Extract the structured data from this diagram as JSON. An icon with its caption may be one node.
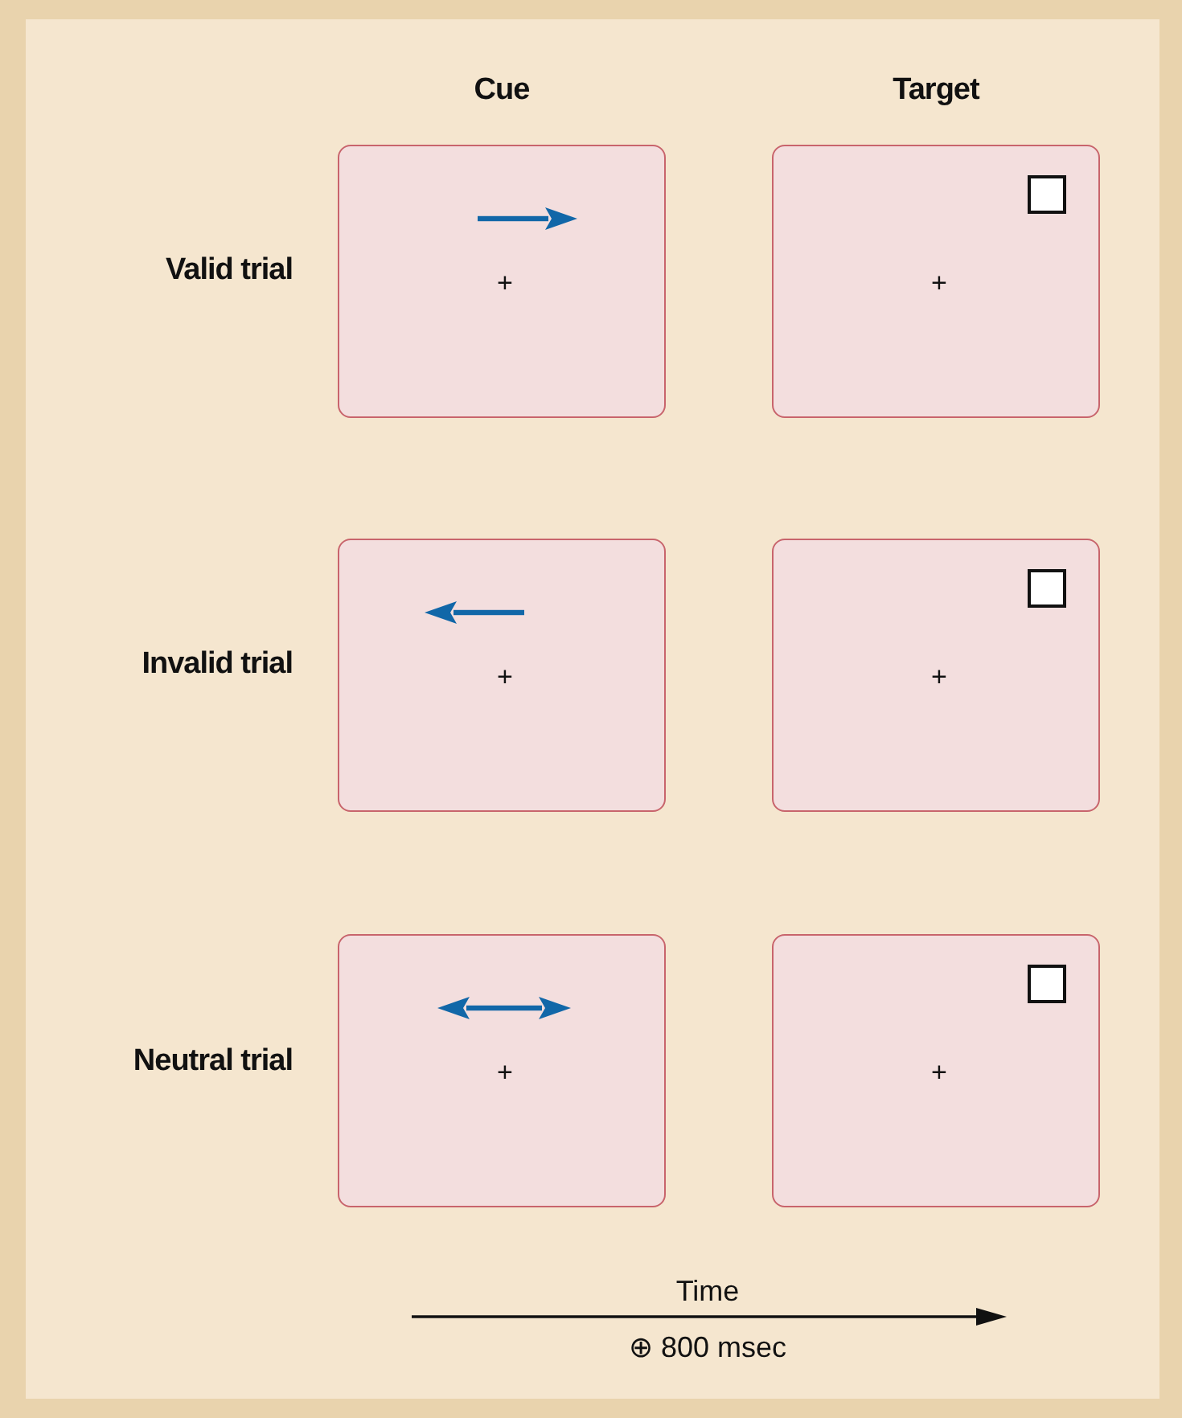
{
  "diagram": {
    "nodes": [
      {
        "text": [
          "+"
        ]
      },
      {
        "text": [
          "+"
        ]
      },
      {
        "text": [
          "+"
        ]
      },
      {
        "text": [
          "+"
        ]
      },
      {
        "text": [
          "+"
        ]
      },
      {
        "text": [
          "+"
        ]
      }
    ],
    "labels": [
      "Cue",
      "Target",
      "Valid trial",
      "Invalid trial",
      "Neutral trial",
      "Time",
      "⊕ 800 msec"
    ]
  }
}
